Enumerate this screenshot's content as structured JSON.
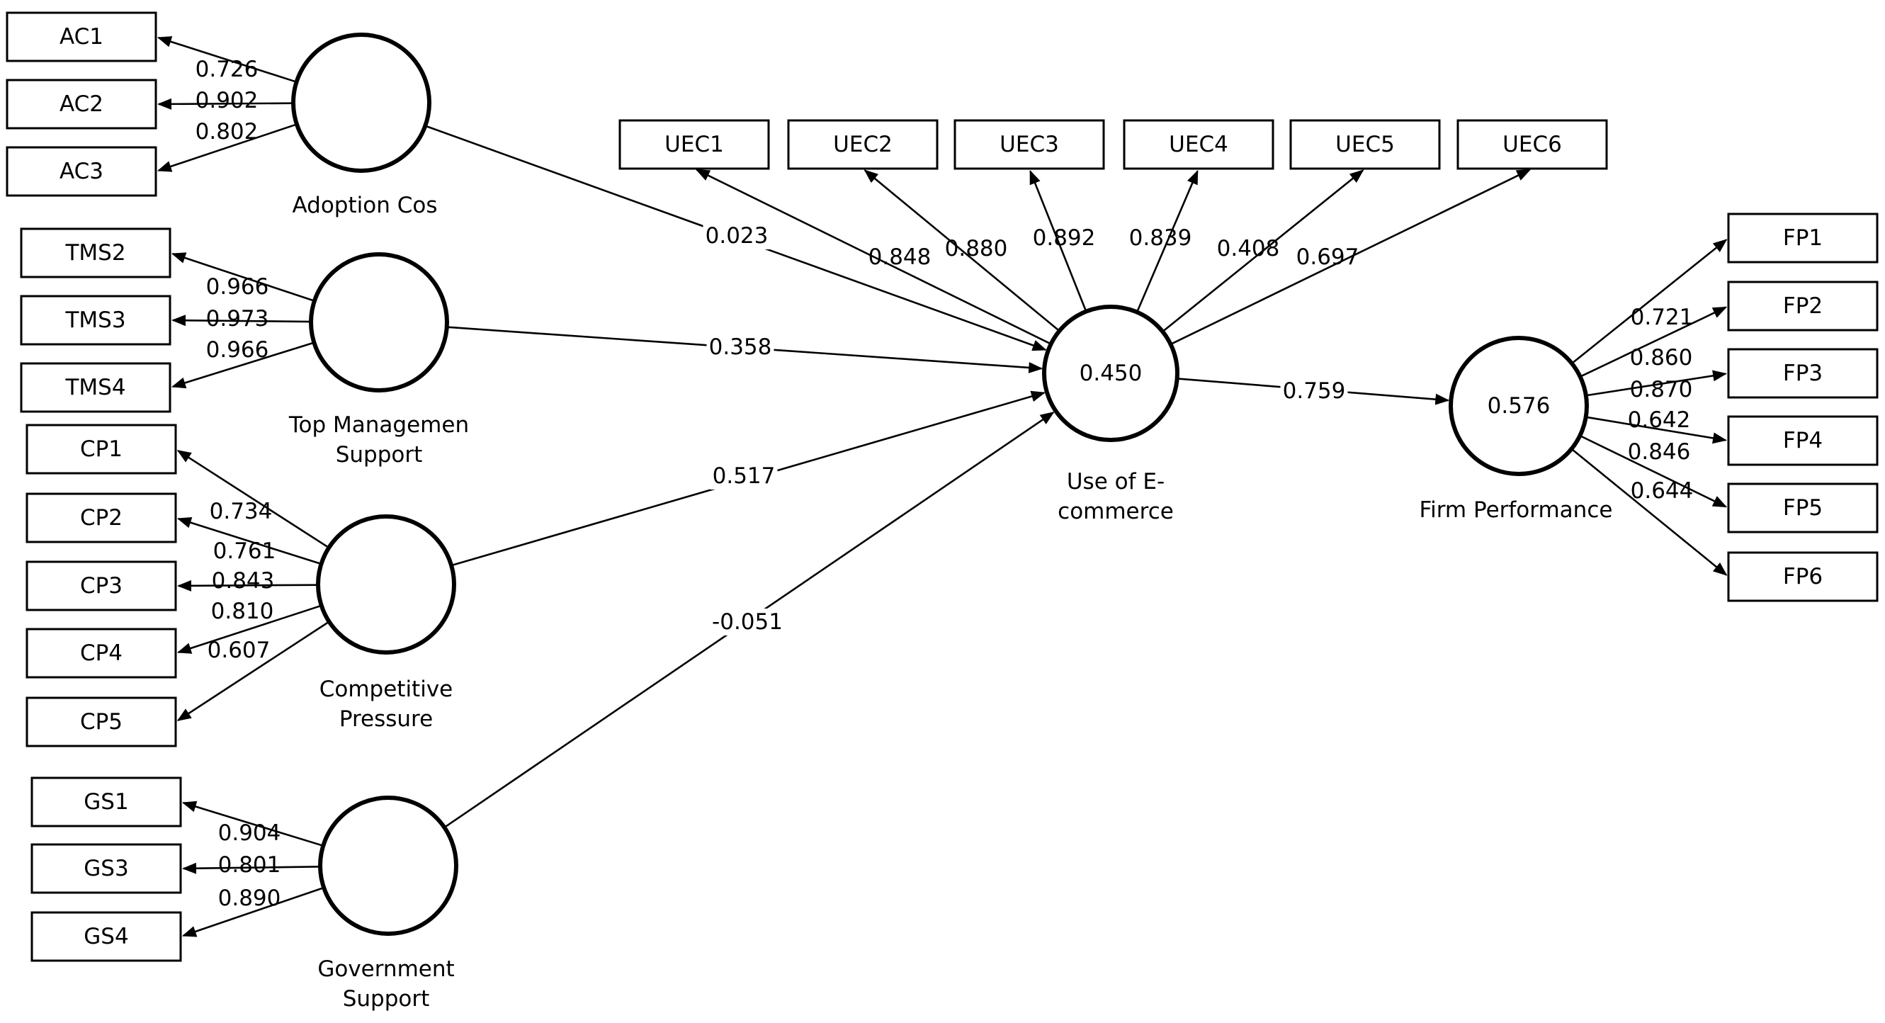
{
  "latents": [
    {
      "id": "AC",
      "label_lines": [
        "Adoption Cos"
      ]
    },
    {
      "id": "TMS",
      "label_lines": [
        "Top Managemen",
        "Support"
      ]
    },
    {
      "id": "CP",
      "label_lines": [
        "Competitive",
        "Pressure"
      ]
    },
    {
      "id": "GS",
      "label_lines": [
        "Government",
        "Support"
      ]
    },
    {
      "id": "UEC",
      "label_lines": [
        "Use of E-",
        "commerce"
      ],
      "r_squared": "0.450"
    },
    {
      "id": "FP",
      "label_lines": [
        "Firm Performance"
      ],
      "r_squared": "0.576"
    }
  ],
  "indicators": [
    {
      "id": "AC1",
      "latent": "AC",
      "loading": "0.726"
    },
    {
      "id": "AC2",
      "latent": "AC",
      "loading": "0.902"
    },
    {
      "id": "AC3",
      "latent": "AC",
      "loading": "0.802"
    },
    {
      "id": "TMS2",
      "latent": "TMS",
      "loading": "0.966"
    },
    {
      "id": "TMS3",
      "latent": "TMS",
      "loading": "0.973"
    },
    {
      "id": "TMS4",
      "latent": "TMS",
      "loading": "0.966"
    },
    {
      "id": "CP1",
      "latent": "CP",
      "loading": "0.734"
    },
    {
      "id": "CP2",
      "latent": "CP",
      "loading": "0.761"
    },
    {
      "id": "CP3",
      "latent": "CP",
      "loading": "0.843"
    },
    {
      "id": "CP4",
      "latent": "CP",
      "loading": "0.810"
    },
    {
      "id": "CP5",
      "latent": "CP",
      "loading": "0.607"
    },
    {
      "id": "GS1",
      "latent": "GS",
      "loading": "0.904"
    },
    {
      "id": "GS3",
      "latent": "GS",
      "loading": "0.801"
    },
    {
      "id": "GS4",
      "latent": "GS",
      "loading": "0.890"
    },
    {
      "id": "UEC1",
      "latent": "UEC",
      "loading": "0.848"
    },
    {
      "id": "UEC2",
      "latent": "UEC",
      "loading": "0.880"
    },
    {
      "id": "UEC3",
      "latent": "UEC",
      "loading": "0.892"
    },
    {
      "id": "UEC4",
      "latent": "UEC",
      "loading": "0.839"
    },
    {
      "id": "UEC5",
      "latent": "UEC",
      "loading": "0.408"
    },
    {
      "id": "UEC6",
      "latent": "UEC",
      "loading": "0.697"
    },
    {
      "id": "FP1",
      "latent": "FP",
      "loading": "0.721"
    },
    {
      "id": "FP2",
      "latent": "FP",
      "loading": "0.860"
    },
    {
      "id": "FP3",
      "latent": "FP",
      "loading": "0.870"
    },
    {
      "id": "FP4",
      "latent": "FP",
      "loading": "0.642"
    },
    {
      "id": "FP5",
      "latent": "FP",
      "loading": "0.846"
    },
    {
      "id": "FP6",
      "latent": "FP",
      "loading": "0.644"
    }
  ],
  "paths": [
    {
      "from": "AC",
      "to": "UEC",
      "coef": "0.023"
    },
    {
      "from": "TMS",
      "to": "UEC",
      "coef": "0.358"
    },
    {
      "from": "CP",
      "to": "UEC",
      "coef": "0.517"
    },
    {
      "from": "GS",
      "to": "UEC",
      "coef": "-0.051"
    },
    {
      "from": "UEC",
      "to": "FP",
      "coef": "0.759"
    }
  ]
}
